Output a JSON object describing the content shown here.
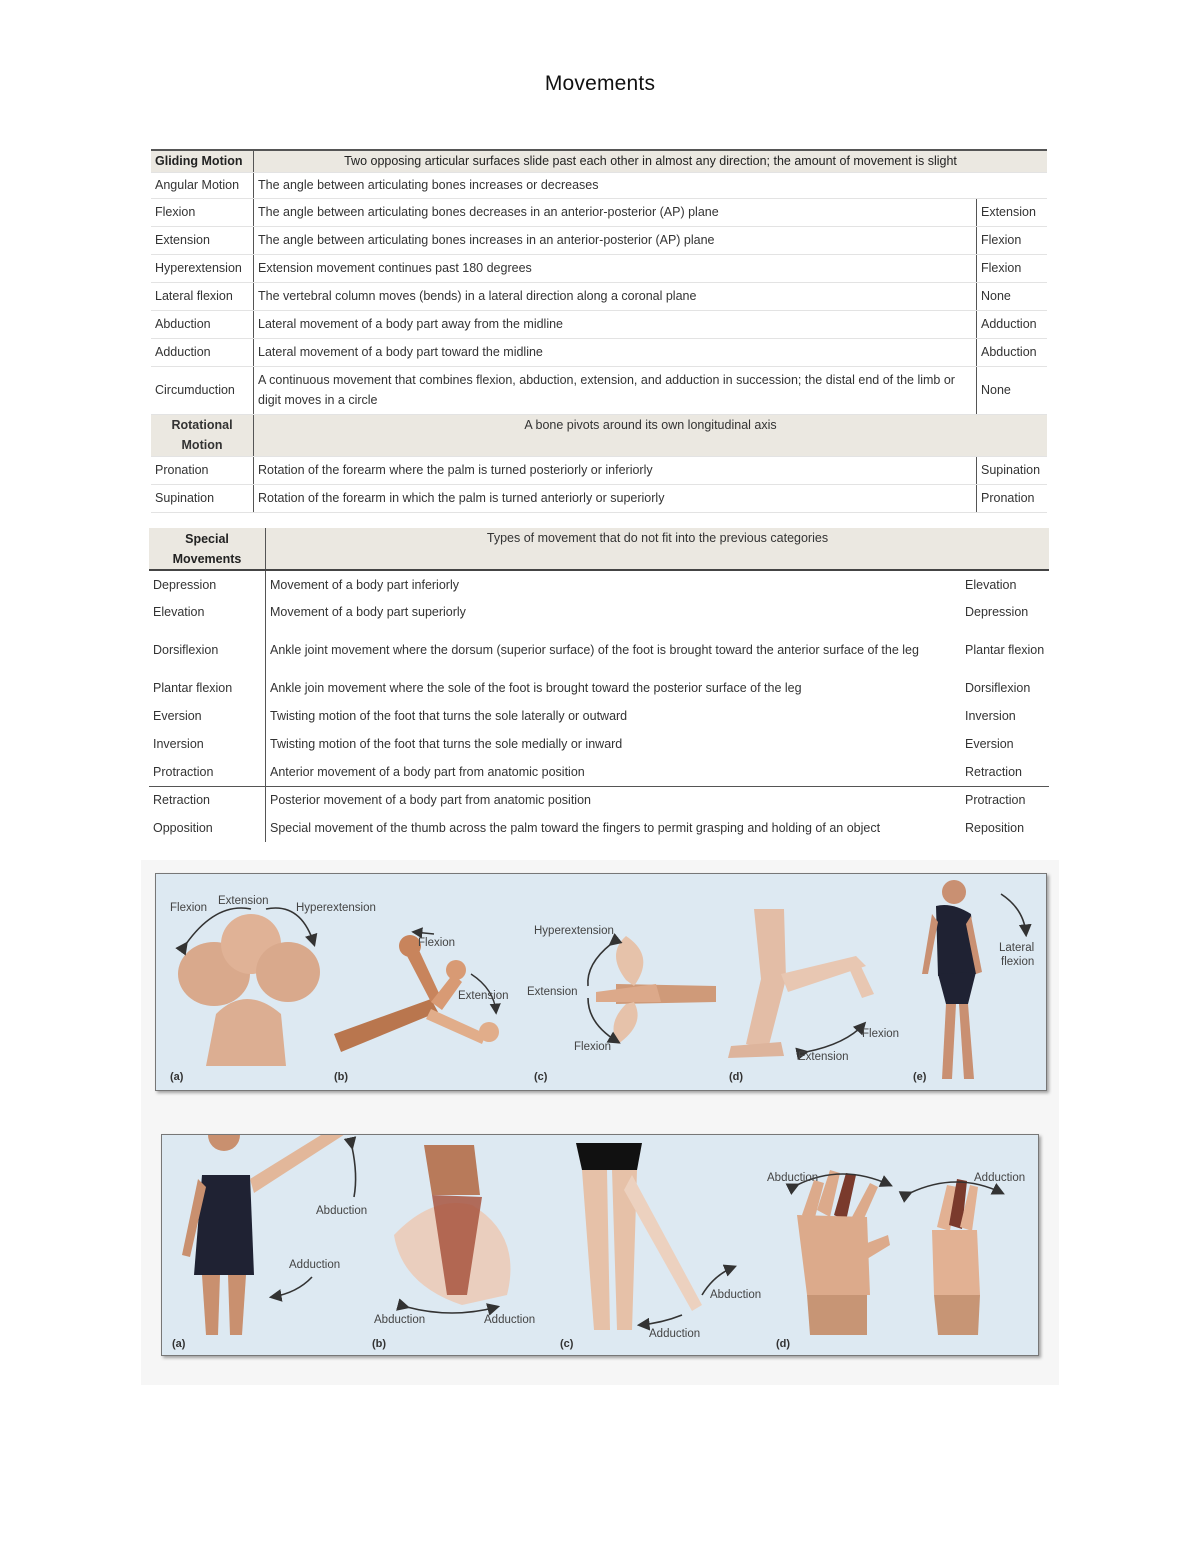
{
  "page": {
    "title": "Movements"
  },
  "table1": {
    "header": {
      "term": "Gliding Motion",
      "description": "Two opposing articular surfaces slide past each other in almost any direction; the amount of movement is slight"
    },
    "angular": {
      "term": "Angular Motion",
      "description": "The angle between articulating bones increases or decreases"
    },
    "angular_rows": [
      {
        "term": "Flexion",
        "description": "The angle between articulating bones decreases in an anterior-posterior (AP) plane",
        "opposite": "Extension"
      },
      {
        "term": "Extension",
        "description": "The angle between articulating bones increases in an anterior-posterior (AP) plane",
        "opposite": "Flexion"
      },
      {
        "term": "Hyperextension",
        "description": "Extension movement continues past 180 degrees",
        "opposite": "Flexion"
      },
      {
        "term": "Lateral flexion",
        "description": "The vertebral column moves (bends) in a lateral direction along a coronal plane",
        "opposite": "None"
      },
      {
        "term": "Abduction",
        "description": "Lateral movement of a body part away from the midline",
        "opposite": "Adduction"
      },
      {
        "term": "Adduction",
        "description": "Lateral movement of a body part toward the midline",
        "opposite": "Abduction"
      },
      {
        "term": "Circumduction",
        "description": "A continuous movement that combines flexion, abduction, extension, and adduction in succession; the distal end of the limb or digit moves in a circle",
        "opposite": "None"
      }
    ],
    "rotational": {
      "term": "Rotational Motion",
      "description": "A bone pivots around its own longitudinal axis"
    },
    "rotational_rows": [
      {
        "term": "Pronation",
        "description": "Rotation of the forearm where the palm is turned posteriorly or inferiorly",
        "opposite": "Supination"
      },
      {
        "term": "Supination",
        "description": "Rotation of the forearm in which the palm is turned anteriorly or superiorly",
        "opposite": "Pronation"
      }
    ]
  },
  "table2": {
    "header": {
      "term": "Special Movements",
      "description": "Types of movement that do not fit into the previous categories"
    },
    "rows": [
      {
        "term": "Depression",
        "description": "Movement of a body part inferiorly",
        "opposite": "Elevation"
      },
      {
        "term": "Elevation",
        "description": "Movement of a body part superiorly",
        "opposite": "Depression"
      },
      {
        "term": "Dorsiflexion",
        "description": "Ankle joint movement where the dorsum (superior surface) of the foot is brought toward the anterior surface of the leg",
        "opposite": "Plantar flexion"
      },
      {
        "term": "Plantar flexion",
        "description": "Ankle join movement where the sole of the foot is brought toward the posterior surface of the leg",
        "opposite": "Dorsiflexion"
      },
      {
        "term": "Eversion",
        "description": "Twisting motion of the foot that turns the sole laterally or outward",
        "opposite": "Inversion"
      },
      {
        "term": "Inversion",
        "description": "Twisting motion of the foot that turns the sole medially or inward",
        "opposite": "Eversion"
      },
      {
        "term": "Protraction",
        "description": "Anterior movement of a body part from anatomic position",
        "opposite": "Retraction"
      },
      {
        "term": "Retraction",
        "description": "Posterior movement of a body part from anatomic position",
        "opposite": "Protraction"
      },
      {
        "term": "Opposition",
        "description": "Special movement of the thumb across the palm toward the fingers to permit grasping and holding of an object",
        "opposite": "Reposition"
      }
    ]
  },
  "figure1": {
    "labels": {
      "flexion": "Flexion",
      "extension": "Extension",
      "hyperextension": "Hyperextension",
      "lateral_flexion_1": "Lateral",
      "lateral_flexion_2": "flexion"
    },
    "subfigs": [
      "(a)",
      "(b)",
      "(c)",
      "(d)",
      "(e)"
    ]
  },
  "figure2": {
    "labels": {
      "abduction": "Abduction",
      "adduction": "Adduction"
    },
    "subfigs": [
      "(a)",
      "(b)",
      "(c)",
      "(d)"
    ]
  },
  "colors": {
    "header_bg": "#ebe8e1",
    "panel_bg": "#dde9f2",
    "skin": "#e2b79a",
    "suit": "#1f2233"
  }
}
